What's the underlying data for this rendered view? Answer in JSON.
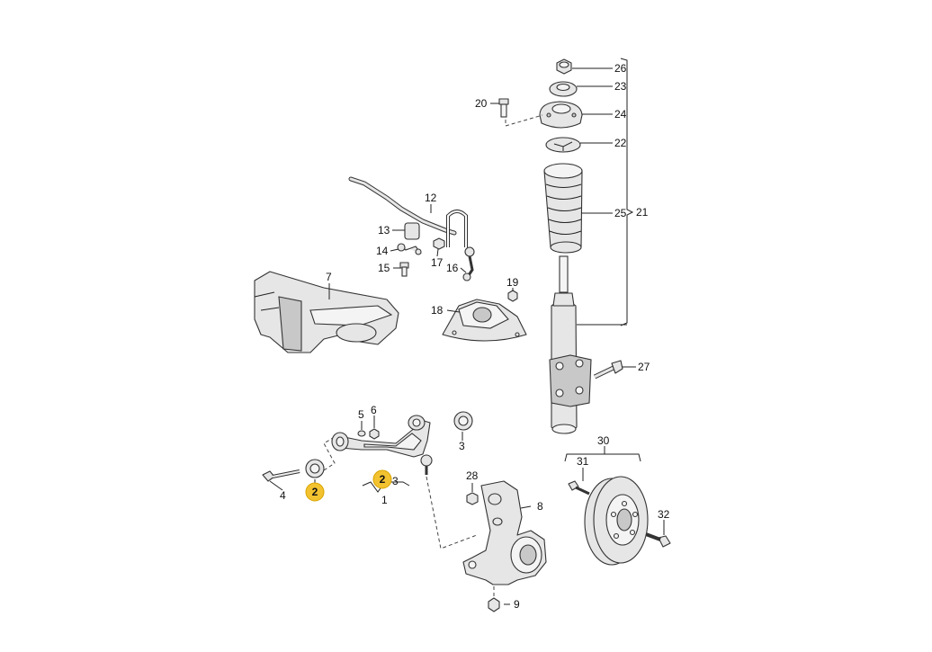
{
  "callouts": {
    "c1": "1",
    "c2a": "2",
    "c2b": "2",
    "c3a": "3",
    "c3b": "3",
    "c4": "4",
    "c5": "5",
    "c6": "6",
    "c7": "7",
    "c8": "8",
    "c9": "9",
    "c12": "12",
    "c13": "13",
    "c14": "14",
    "c15": "15",
    "c16": "16",
    "c17": "17",
    "c18": "18",
    "c19": "19",
    "c20": "20",
    "c21": "21",
    "c22": "22",
    "c23": "23",
    "c24": "24",
    "c25": "25",
    "c26": "26",
    "c27": "27",
    "c28": "28",
    "c30": "30",
    "c31": "31",
    "c32": "32"
  },
  "highlighted_part": "2",
  "colors": {
    "highlight": "#f2c230",
    "line": "#333333",
    "part_fill": "#e6e6e6"
  }
}
